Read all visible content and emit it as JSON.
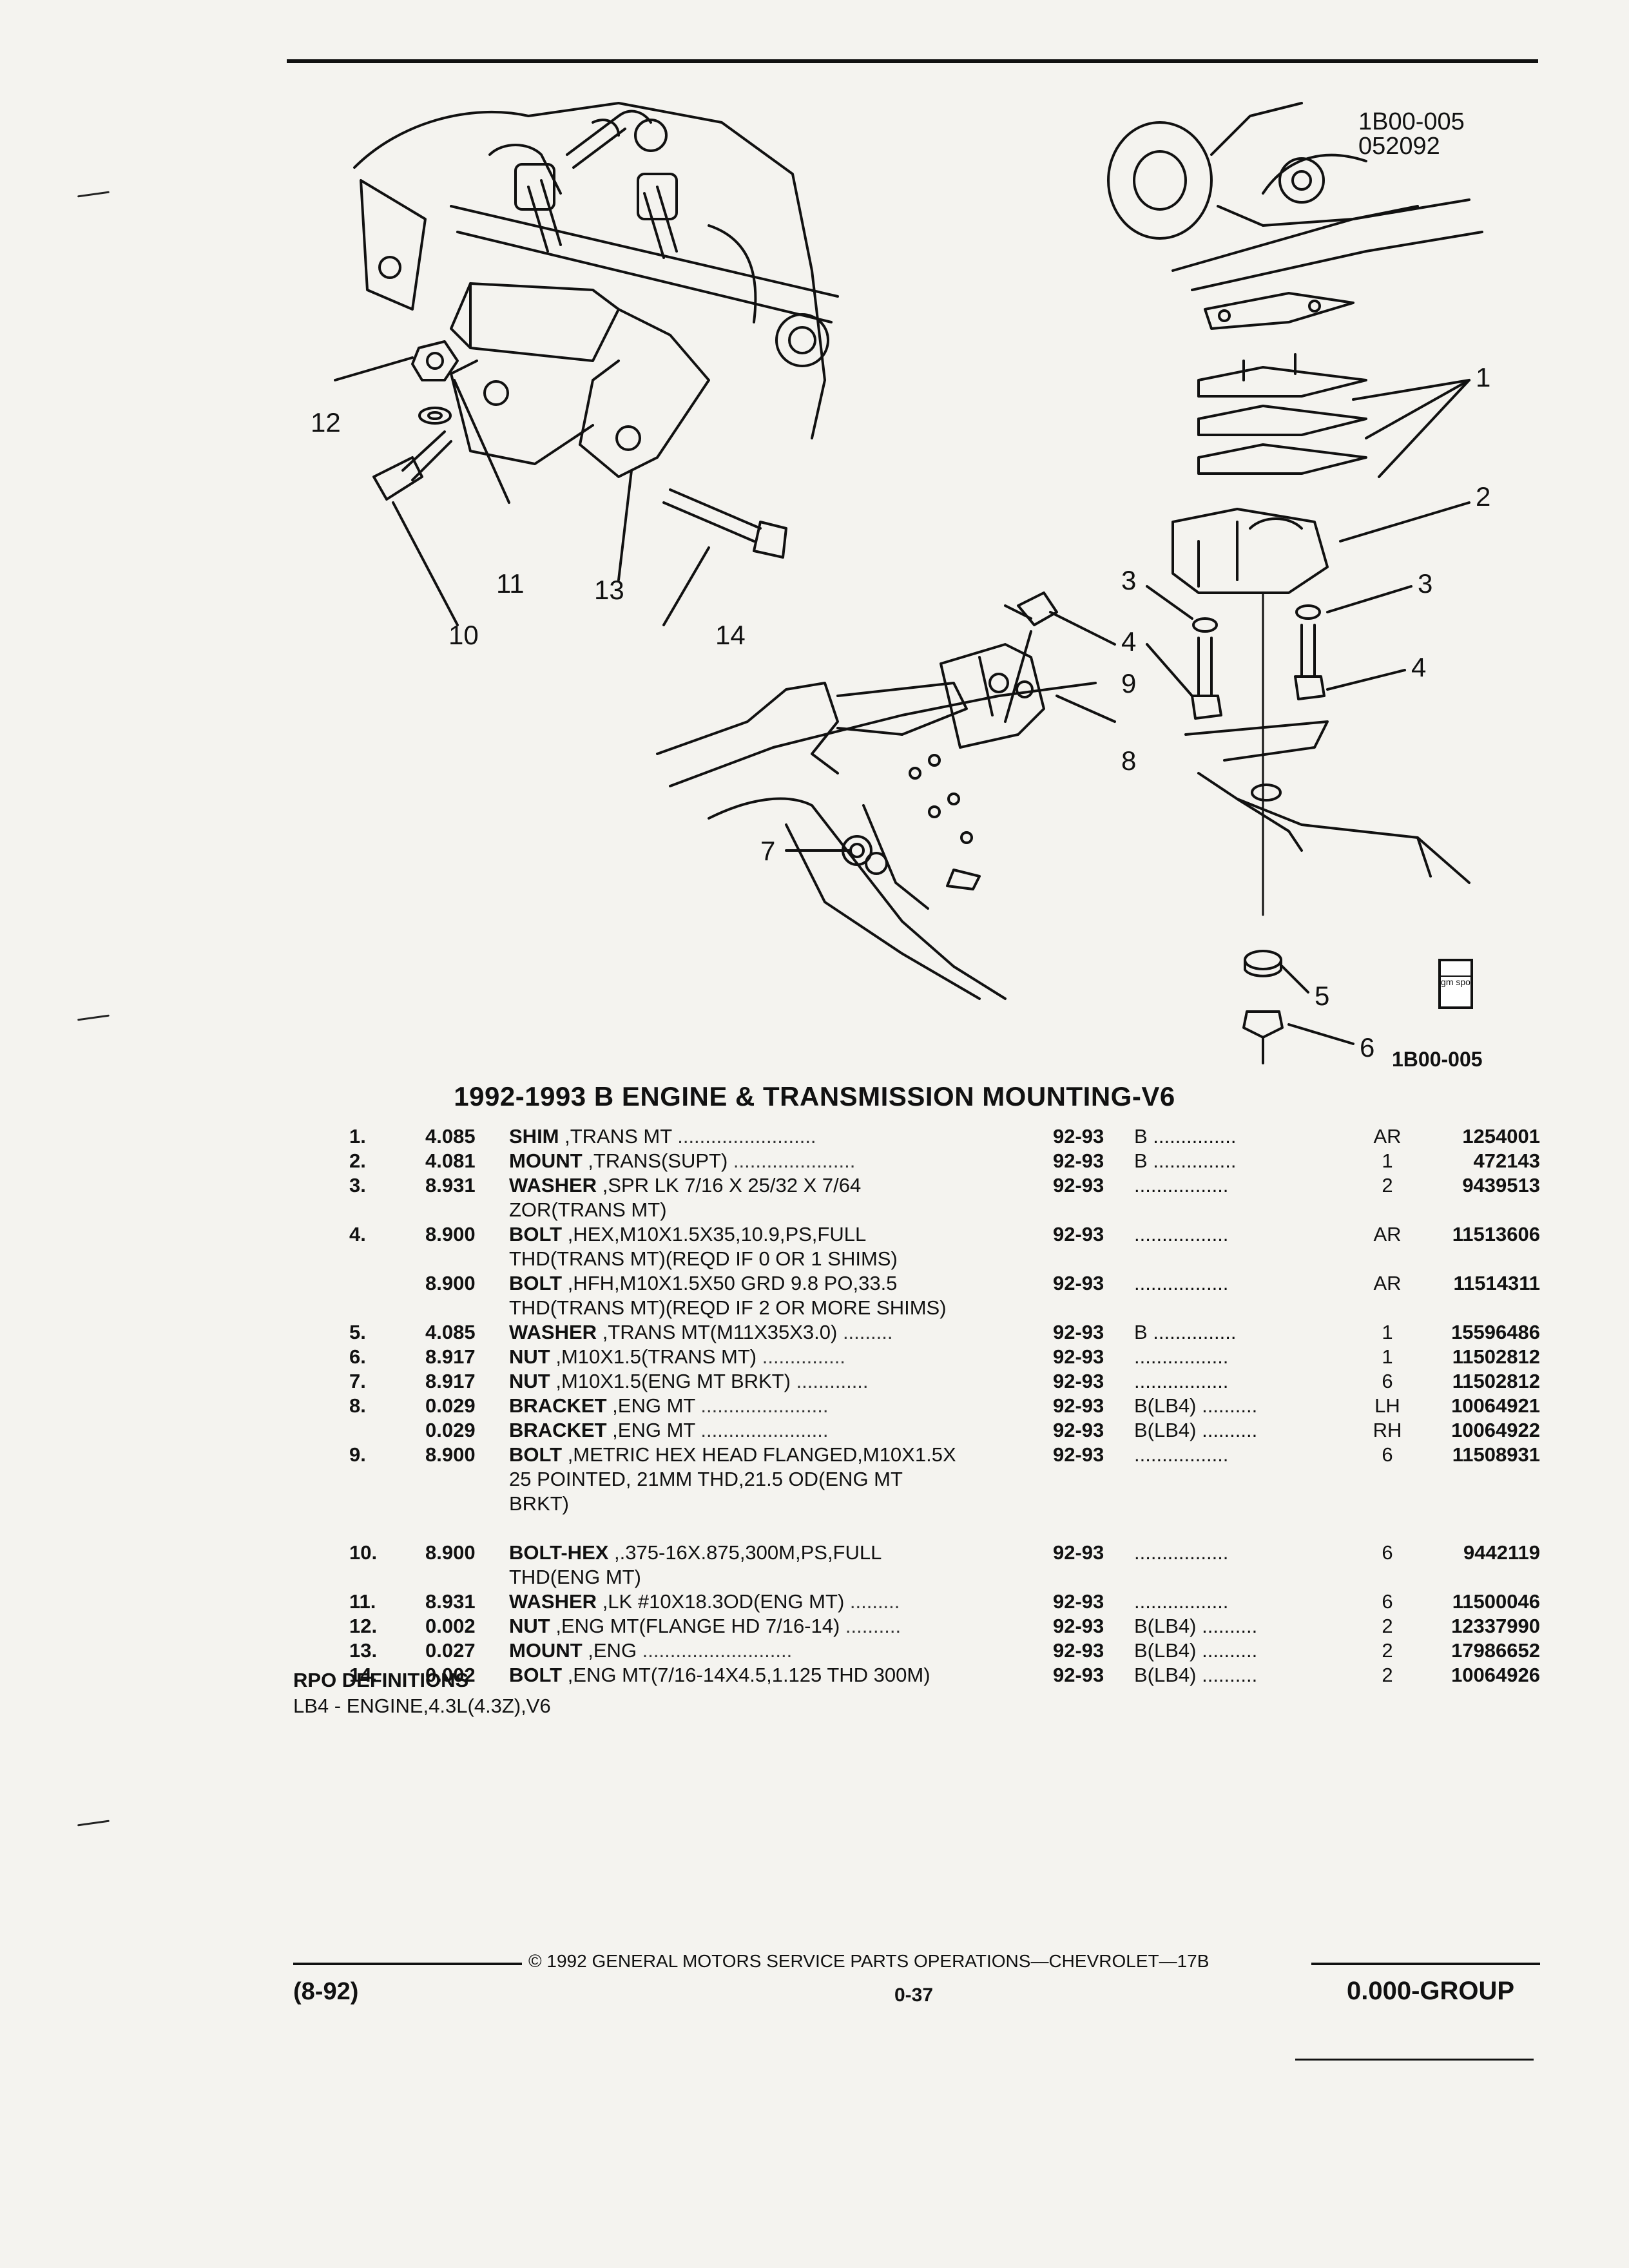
{
  "diagram": {
    "code_top_line1": "1B00-005",
    "code_top_line2": "052092",
    "code_bottom": "1B00-005",
    "callouts": [
      "1",
      "2",
      "3",
      "3",
      "4",
      "4",
      "5",
      "6",
      "7",
      "8",
      "9",
      "10",
      "11",
      "12",
      "13",
      "14"
    ],
    "logo_text": "gm spo"
  },
  "title": "1992-1993 B ENGINE & TRANSMISSION MOUNTING-V6",
  "parts": [
    {
      "no": "1.",
      "group": "4.085",
      "name": "SHIM",
      "desc": " ,TRANS MT",
      "lead": " .........................",
      "years": "92-93",
      "option": "B ...............",
      "qty": "AR",
      "part": "1254001"
    },
    {
      "no": "2.",
      "group": "4.081",
      "name": "MOUNT",
      "desc": " ,TRANS(SUPT)",
      "lead": " ......................",
      "years": "92-93",
      "option": "B ...............",
      "qty": "1",
      "part": "472143"
    },
    {
      "no": "3.",
      "group": "8.931",
      "name": "WASHER",
      "desc": " ,SPR LK 7/16 X 25/32 X 7/64",
      "lead": "",
      "years": "92-93",
      "option": ".................",
      "qty": "2",
      "part": "9439513"
    },
    {
      "no": "",
      "group": "",
      "name": "",
      "desc": "ZOR(TRANS MT)",
      "lead": "",
      "years": "",
      "option": "",
      "qty": "",
      "part": ""
    },
    {
      "no": "4.",
      "group": "8.900",
      "name": "BOLT",
      "desc": " ,HEX,M10X1.5X35,10.9,PS,FULL",
      "lead": "",
      "years": "92-93",
      "option": ".................",
      "qty": "AR",
      "part": "11513606"
    },
    {
      "no": "",
      "group": "",
      "name": "",
      "desc": "THD(TRANS MT)(REQD IF 0 OR 1 SHIMS)",
      "lead": "",
      "years": "",
      "option": "",
      "qty": "",
      "part": ""
    },
    {
      "no": "",
      "group": "8.900",
      "name": "BOLT",
      "desc": " ,HFH,M10X1.5X50 GRD 9.8 PO,33.5",
      "lead": "",
      "years": "92-93",
      "option": ".................",
      "qty": "AR",
      "part": "11514311"
    },
    {
      "no": "",
      "group": "",
      "name": "",
      "desc": "THD(TRANS MT)(REQD IF 2 OR MORE SHIMS)",
      "lead": "",
      "years": "",
      "option": "",
      "qty": "",
      "part": ""
    },
    {
      "no": "5.",
      "group": "4.085",
      "name": "WASHER",
      "desc": " ,TRANS MT(M11X35X3.0)",
      "lead": " .........",
      "years": "92-93",
      "option": "B ...............",
      "qty": "1",
      "part": "15596486"
    },
    {
      "no": "6.",
      "group": "8.917",
      "name": "NUT",
      "desc": " ,M10X1.5(TRANS MT)",
      "lead": " ...............",
      "years": "92-93",
      "option": ".................",
      "qty": "1",
      "part": "11502812"
    },
    {
      "no": "7.",
      "group": "8.917",
      "name": "NUT",
      "desc": " ,M10X1.5(ENG MT BRKT)",
      "lead": " .............",
      "years": "92-93",
      "option": ".................",
      "qty": "6",
      "part": "11502812"
    },
    {
      "no": "8.",
      "group": "0.029",
      "name": "BRACKET",
      "desc": " ,ENG MT",
      "lead": " .......................",
      "years": "92-93",
      "option": "B(LB4) ..........",
      "qty": "LH",
      "part": "10064921"
    },
    {
      "no": "",
      "group": "0.029",
      "name": "BRACKET",
      "desc": " ,ENG MT",
      "lead": " .......................",
      "years": "92-93",
      "option": "B(LB4) ..........",
      "qty": "RH",
      "part": "10064922"
    },
    {
      "no": "9.",
      "group": "8.900",
      "name": "BOLT",
      "desc": " ,METRIC HEX HEAD FLANGED,M10X1.5X",
      "lead": "",
      "years": "92-93",
      "option": ".................",
      "qty": "6",
      "part": "11508931"
    },
    {
      "no": "",
      "group": "",
      "name": "",
      "desc": "25 POINTED, 21MM THD,21.5 OD(ENG MT",
      "lead": "",
      "years": "",
      "option": "",
      "qty": "",
      "part": ""
    },
    {
      "no": "",
      "group": "",
      "name": "",
      "desc": "BRKT)",
      "lead": "",
      "years": "",
      "option": "",
      "qty": "",
      "part": ""
    },
    {
      "no": "",
      "group": "",
      "name": "",
      "desc": "",
      "lead": "",
      "years": "",
      "option": "",
      "qty": "",
      "part": ""
    },
    {
      "no": "10.",
      "group": "8.900",
      "name": "BOLT-HEX",
      "desc": " ,.375-16X.875,300M,PS,FULL",
      "lead": "",
      "years": "92-93",
      "option": ".................",
      "qty": "6",
      "part": "9442119"
    },
    {
      "no": "",
      "group": "",
      "name": "",
      "desc": "THD(ENG MT)",
      "lead": "",
      "years": "",
      "option": "",
      "qty": "",
      "part": ""
    },
    {
      "no": "11.",
      "group": "8.931",
      "name": "WASHER",
      "desc": " ,LK #10X18.3OD(ENG MT)",
      "lead": " .........",
      "years": "92-93",
      "option": ".................",
      "qty": "6",
      "part": "11500046"
    },
    {
      "no": "12.",
      "group": "0.002",
      "name": "NUT",
      "desc": " ,ENG MT(FLANGE HD 7/16-14)",
      "lead": " ..........",
      "years": "92-93",
      "option": "B(LB4) ..........",
      "qty": "2",
      "part": "12337990"
    },
    {
      "no": "13.",
      "group": "0.027",
      "name": "MOUNT",
      "desc": " ,ENG",
      "lead": " ...........................",
      "years": "92-93",
      "option": "B(LB4) ..........",
      "qty": "2",
      "part": "17986652"
    },
    {
      "no": "14.",
      "group": "0.002",
      "name": "BOLT",
      "desc": " ,ENG MT(7/16-14X4.5,1.125 THD 300M)",
      "lead": "",
      "years": "92-93",
      "option": "B(LB4) ..........",
      "qty": "2",
      "part": "10064926"
    }
  ],
  "rpo": {
    "heading": "RPO DEFINITIONS",
    "definition": "LB4 - ENGINE,4.3L(4.3Z),V6"
  },
  "footer": {
    "copyright": "© 1992 GENERAL MOTORS SERVICE PARTS OPERATIONS—CHEVROLET—17B",
    "date": "(8-92)",
    "page": "0-37",
    "group": "0.000-GROUP"
  }
}
